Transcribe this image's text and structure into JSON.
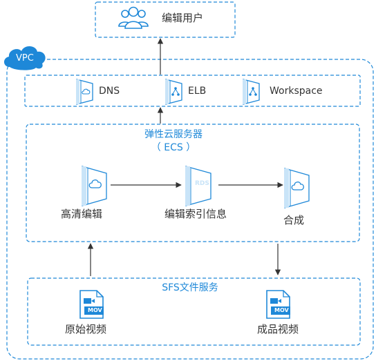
{
  "colors": {
    "accent": "#1e88d8",
    "icon_light": "#c9e4f8",
    "text": "#333333"
  },
  "top": {
    "label": "编辑用户",
    "icon": "users-icon"
  },
  "vpc": {
    "label": "VPC",
    "icon": "cloud-icon"
  },
  "network": {
    "items": [
      {
        "label": "DNS",
        "icon": "dns-server-icon"
      },
      {
        "label": "ELB",
        "icon": "elb-server-icon"
      },
      {
        "label": "Workspace",
        "icon": "workspace-server-icon"
      }
    ]
  },
  "ecs": {
    "title": "弹性云服务器",
    "subtitle": "（ ECS ）",
    "nodes": [
      {
        "label": "高清编辑",
        "icon": "cloud-server-icon"
      },
      {
        "label": "编辑索引信息",
        "icon": "rds-server-icon",
        "badge": "RDS"
      },
      {
        "label": "合成",
        "icon": "cloud-server-icon"
      }
    ]
  },
  "sfs": {
    "title": "SFS文件服务",
    "files": [
      {
        "label": "原始视频",
        "icon": "mov-file-icon",
        "badge": "MOV"
      },
      {
        "label": "成品视频",
        "icon": "mov-file-icon",
        "badge": "MOV"
      }
    ]
  }
}
